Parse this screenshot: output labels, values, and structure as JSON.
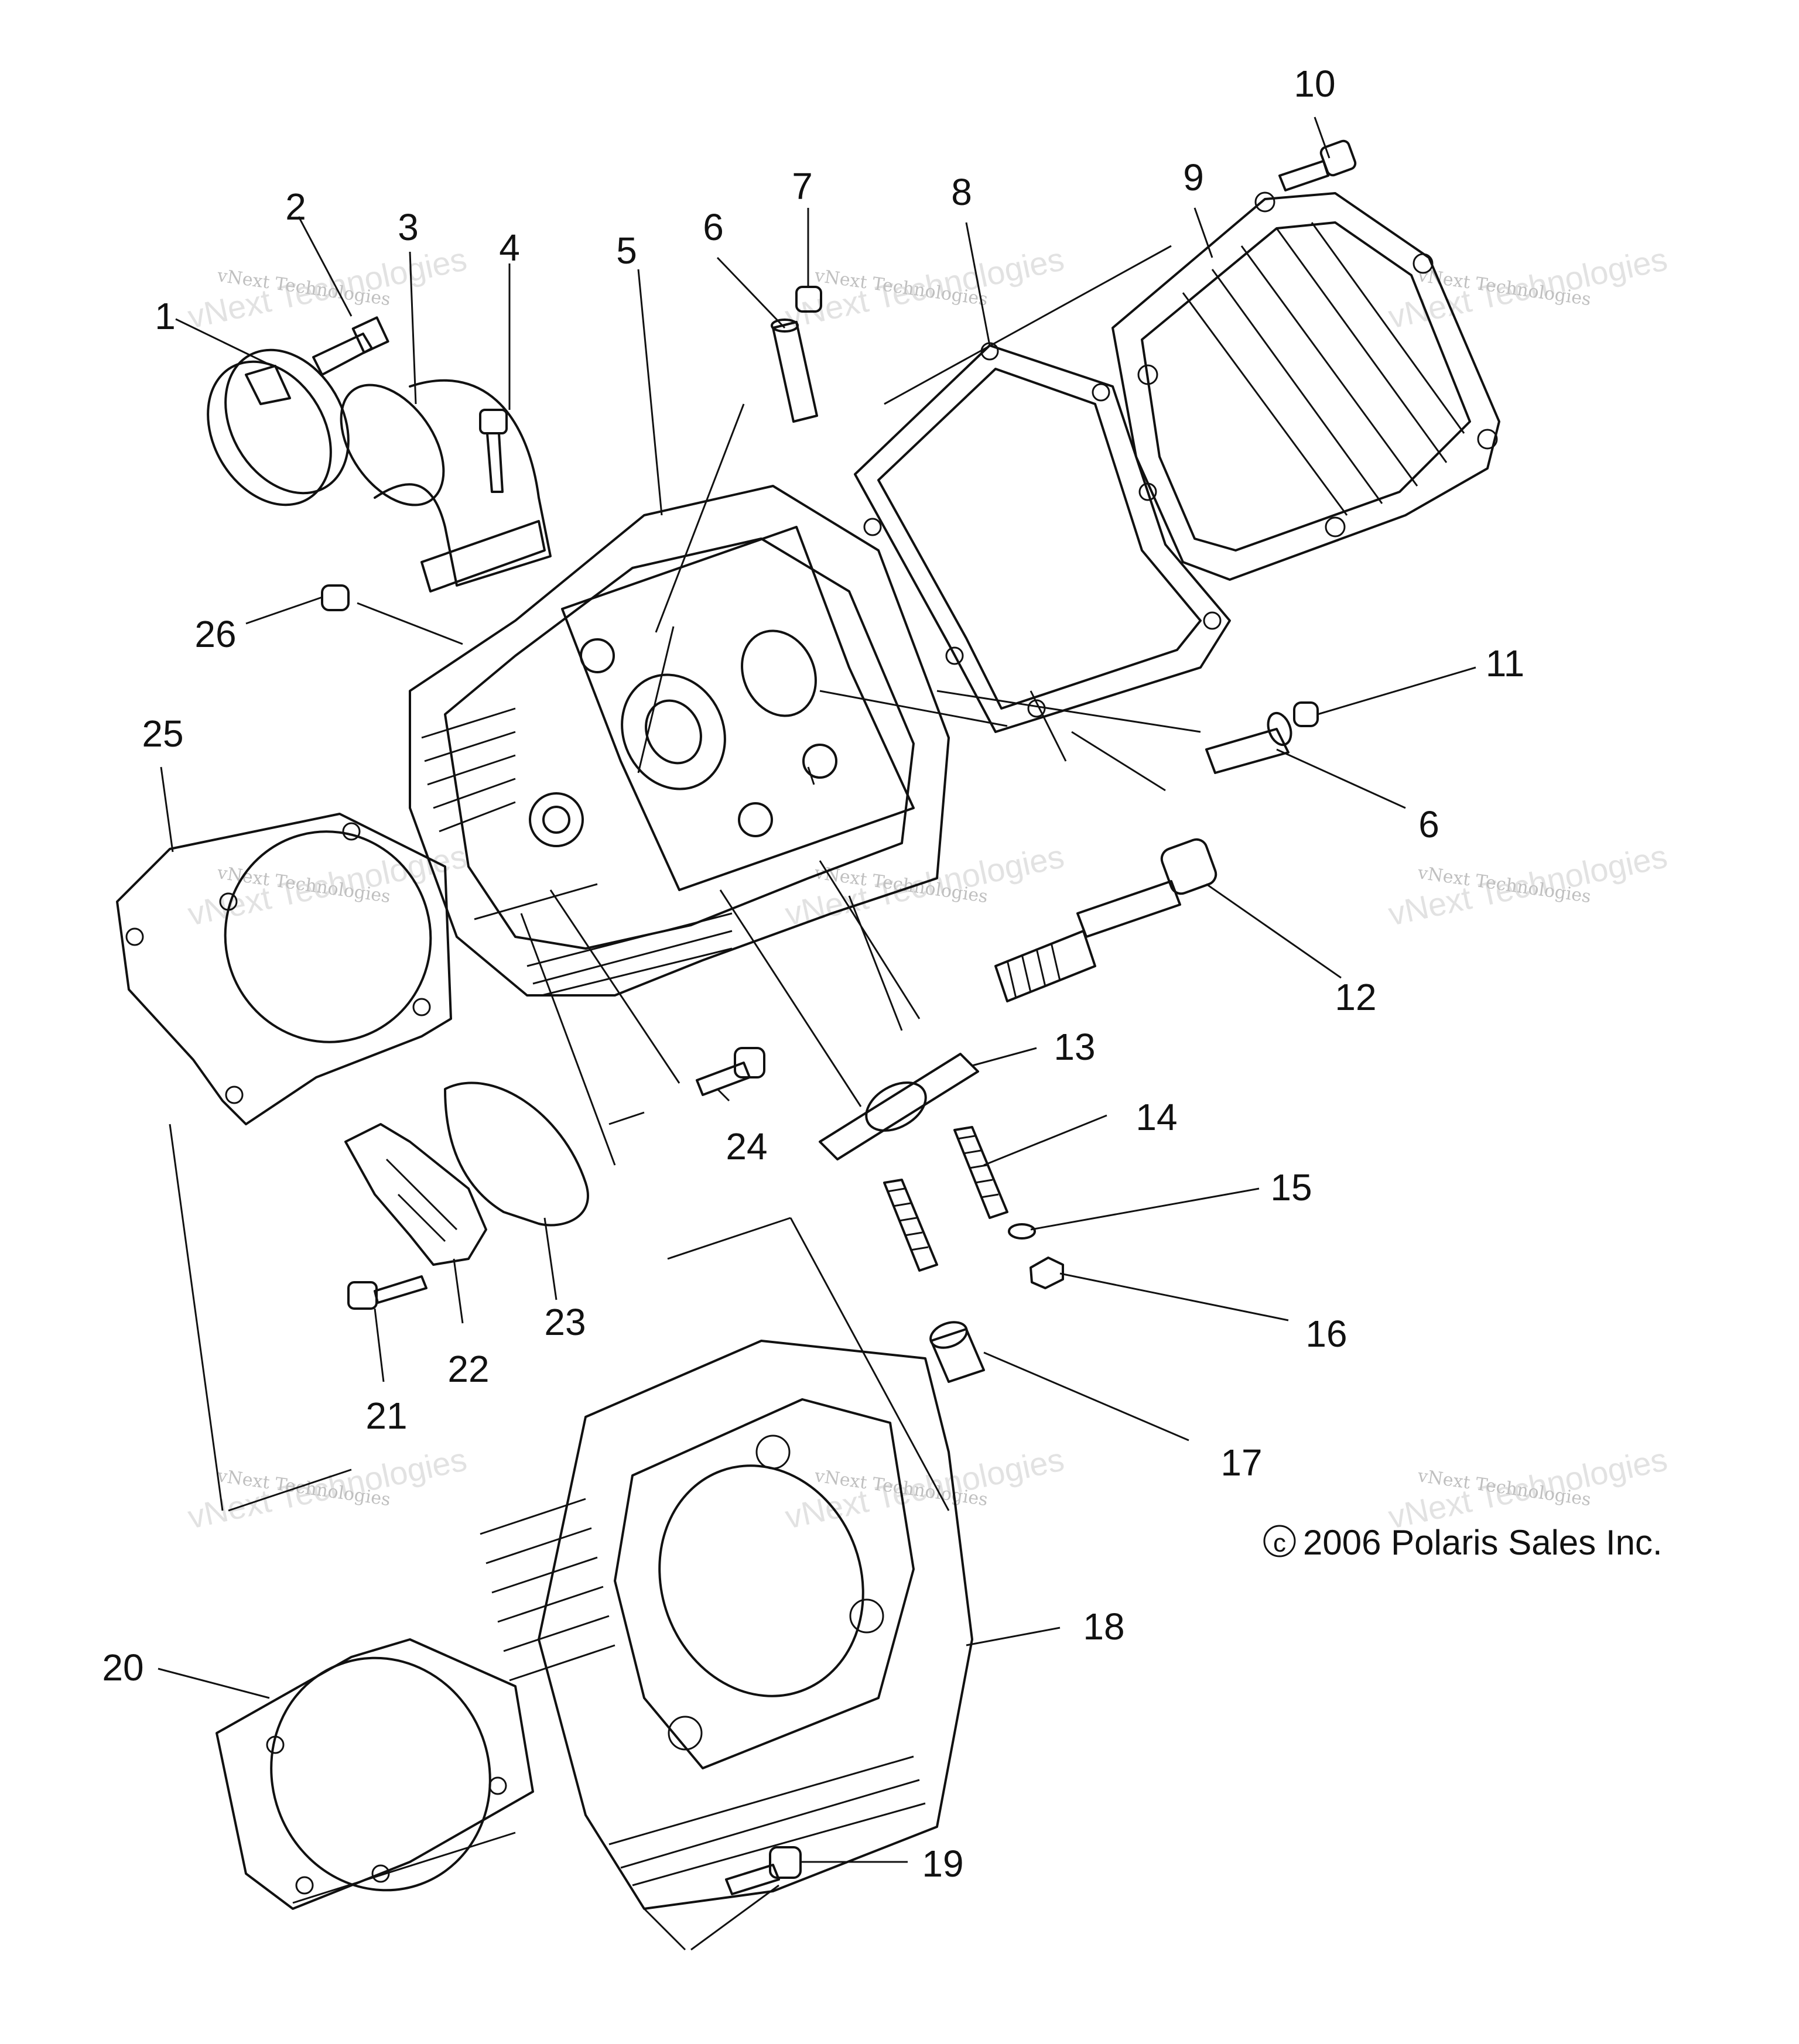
{
  "callouts": [
    {
      "label": "1"
    },
    {
      "label": "2"
    },
    {
      "label": "3"
    },
    {
      "label": "4"
    },
    {
      "label": "5"
    },
    {
      "label": "6"
    },
    {
      "label": "7"
    },
    {
      "label": "8"
    },
    {
      "label": "9"
    },
    {
      "label": "10"
    },
    {
      "label": "11"
    },
    {
      "label": "6"
    },
    {
      "label": "12"
    },
    {
      "label": "13"
    },
    {
      "label": "14"
    },
    {
      "label": "15"
    },
    {
      "label": "16"
    },
    {
      "label": "17"
    },
    {
      "label": "18"
    },
    {
      "label": "19"
    },
    {
      "label": "20"
    },
    {
      "label": "21"
    },
    {
      "label": "22"
    },
    {
      "label": "23"
    },
    {
      "label": "24"
    },
    {
      "label": "25"
    },
    {
      "label": "26"
    }
  ],
  "copyright": "2006 Polaris Sales Inc.",
  "copyright_symbol": "c",
  "watermark": {
    "line1": "vNext Technologies",
    "line2": "vNext Technologies"
  }
}
